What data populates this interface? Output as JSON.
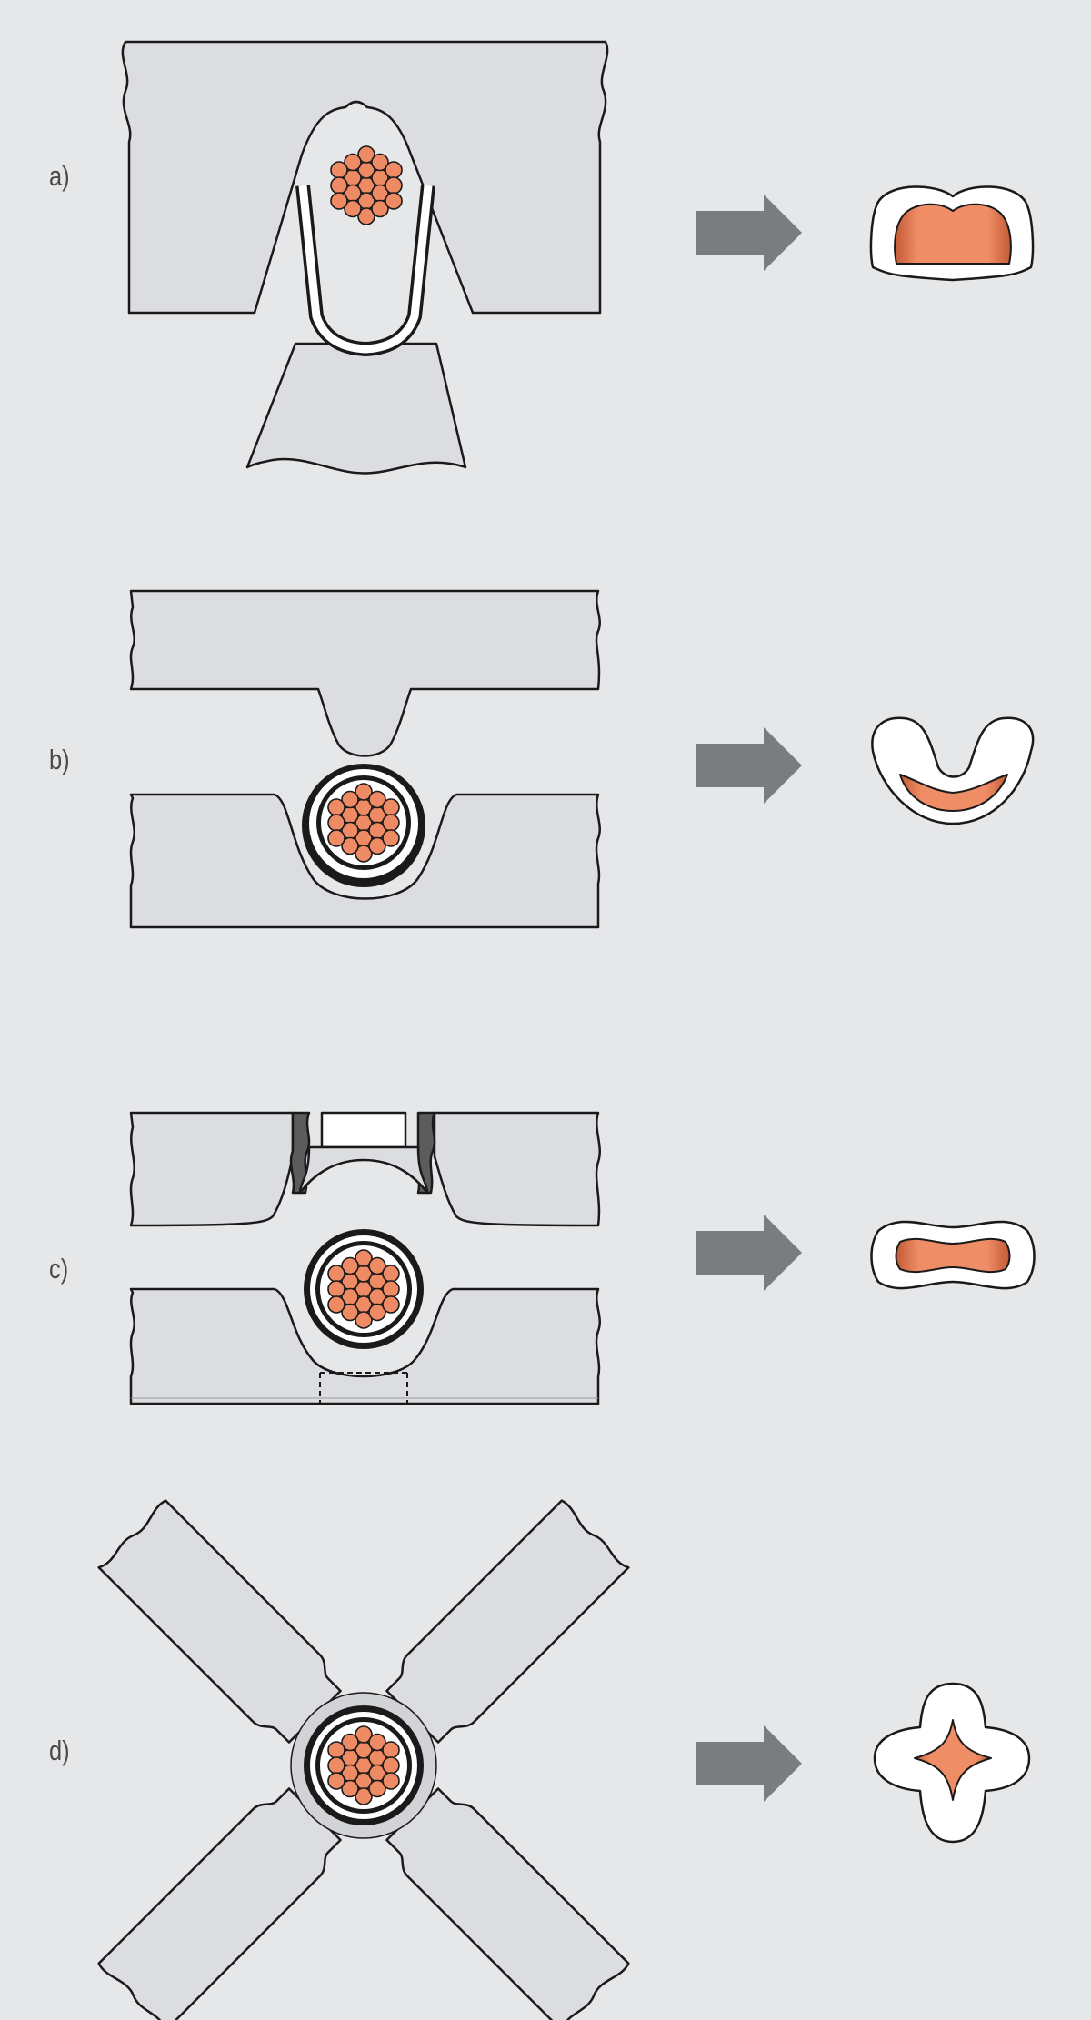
{
  "diagram": {
    "panels": [
      {
        "id": "a",
        "label": "a)"
      },
      {
        "id": "b",
        "label": "b)"
      },
      {
        "id": "c",
        "label": "c)"
      },
      {
        "id": "d",
        "label": "d)"
      }
    ]
  },
  "colors": {
    "background": "#e6e7e9",
    "tool_fill": "#dcdde0",
    "outline": "#1a1a1a",
    "copper": "#ee8a64",
    "copper_dark": "#c55a32",
    "insulation": "#ffffff",
    "arrow": "#7b7c7e",
    "guide_dark": "#5c5c5c"
  },
  "icons": {
    "arrow": "right-arrow-icon",
    "strand_bundle": "wire-strand-bundle-icon"
  }
}
